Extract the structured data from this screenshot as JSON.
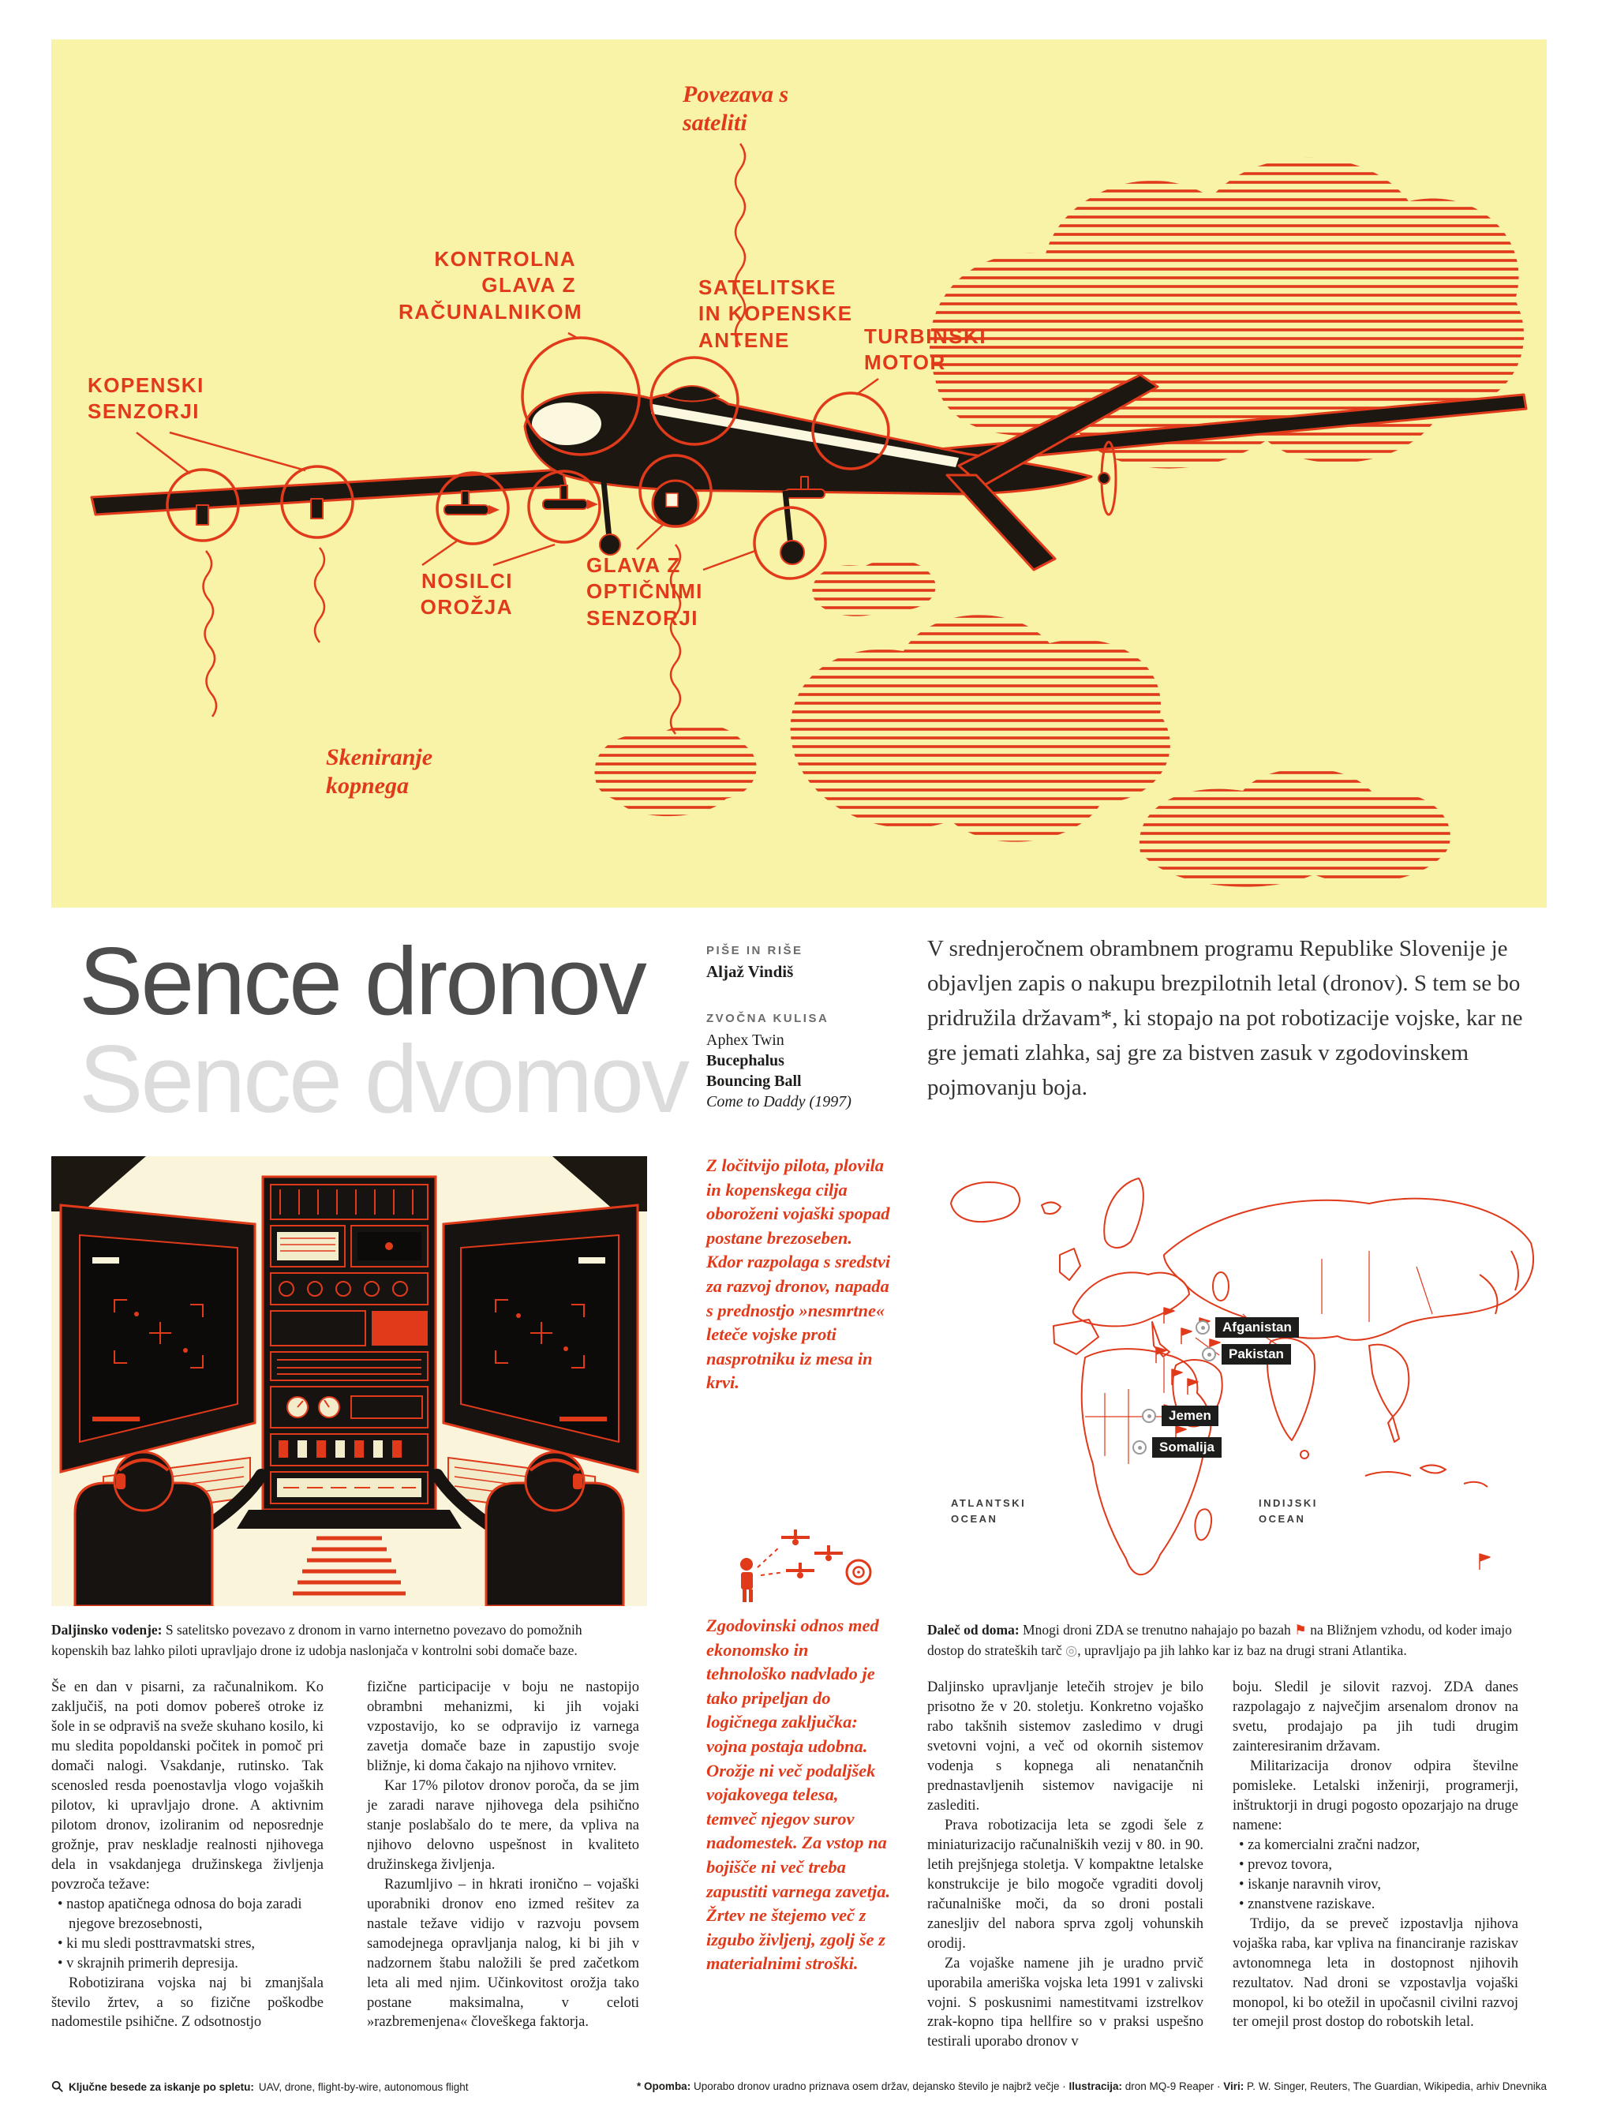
{
  "colors": {
    "accent_red": "#e03a1b",
    "panel_yellow": "#f8f3a6",
    "ink": "#1d1712",
    "headline_gray": "#4d4d4d",
    "headline_ghost": "#dcdcdc"
  },
  "diagram": {
    "label_satellite_link": "Povezava s\nsateliti",
    "label_control_head": "KONTROLNA\nGLAVA Z\nRAČUNALNIKOM",
    "label_antennas": "SATELITSKE\nIN KOPENSKE\nANTENE",
    "label_turbine": "TURBINSKI\nMOTOR",
    "label_ground_sensors": "KOPENSKI\nSENZORJI",
    "label_weapon_mounts": "NOSILCI\nOROŽJA",
    "label_optical_head": "GLAVA Z\nOPTIČNIMI\nSENZORJI",
    "label_ground_scanning": "Skeniranje\nkopnega"
  },
  "masthead": {
    "title_line1": "Sence dronov",
    "title_line2": "Sence dvomov",
    "byline_label": "PIŠE IN RIŠE",
    "byline_name": "Aljaž Vindiš",
    "soundtrack_label": "ZVOČNA KULISA",
    "soundtrack_artist": "Aphex Twin",
    "soundtrack_track1": "Bucephalus",
    "soundtrack_track2": "Bouncing Ball",
    "soundtrack_album": "Come to Daddy (1997)",
    "intro": "V srednjeročnem obrambnem programu Republike Slovenije je objavljen zapis o nakupu brezpilotnih letal (dronov). S tem se bo pridružila državam*, ki stopajo na pot robotizacije vojske, kar ne gre jemati zlahka, saj gre za bistven zasuk v zgodovinskem pojmovanju boja."
  },
  "pull_quotes": {
    "quote1": "Z ločitvijo pilota, plovila in kopenskega cilja oboroženi vojaški spopad postane brezoseben. Kdor razpolaga s sredstvi za razvoj dronov, napada s prednostjo »nesmrtne« leteče vojske proti nasprotniku iz mesa in krvi.",
    "quote2": "Zgodovinski odnos med ekonomsko in tehnološko nadvlado je tako pripeljan do logičnega zaključka: vojna postaja udobna. Orožje ni več podaljšek vojakovega telesa, temveč njegov surov nadomestek. Za vstop na bojišče ni več treba zapustiti varnega zavetja. Žrtev ne štejemo več z izgubo življenj, zgolj še z materialnimi stroški."
  },
  "captions": {
    "control_room_lead": "Daljinsko vodenje:",
    "control_room_text": " S satelitsko povezavo z dronom in varno internetno povezavo do pomožnih kopenskih baz lahko piloti upravljajo drone iz udobja naslonjača v kontrolni sobi domače baze.",
    "map_lead": "Daleč od doma:",
    "map_text1": " Mnogi droni ZDA se trenutno nahajajo po bazah ",
    "map_flag": "⚑",
    "map_text2": " na Bližnjem vzhodu, od koder imajo dostop do strateških tarč ",
    "map_target": "◎",
    "map_text3": ", upravljajo pa jih lahko kar iz baz na drugi strani Atlantika."
  },
  "map": {
    "countries": [
      "Afganistan",
      "Pakistan",
      "Jemen",
      "Somalija"
    ],
    "ocean1": "ATLANTSKI\nOCEAN",
    "ocean2": "INDIJSKI\nOCEAN"
  },
  "body": {
    "col1": {
      "p1": "Še en dan v pisarni, za računalnikom. Ko zaključiš, na poti domov pobereš otroke iz šole in se odpraviš na sveže skuhano kosilo, ki mu sledita popoldanski počitek in pomoč pri domači nalogi. Vsakdanje, rutinsko. Tak scenosled resda poenostavlja vlogo vojaških pilotov, ki upravljajo drone. A aktivnim pilotom dronov, izoliranim od neposrednje grožnje, prav neskladje realnosti njihovega dela in vsakdanjega družinskega življenja povzroča težave:",
      "bullets": [
        "• nastop apatičnega odnosa do boja zaradi njegove brezosebnosti,",
        "• ki mu sledi posttravmatski stres,",
        "• v skrajnih primerih depresija."
      ],
      "p2": "Robotizirana vojska naj bi zmanjšala število žrtev, a so fizične poškodbe nadomestile psihične. Z odsotnostjo"
    },
    "col2": {
      "p1": "fizične participacije v boju ne nastopijo obrambni mehanizmi, ki jih vojaki vzpostavijo, ko se odpravijo iz varnega zavetja domače baze in zapustijo svoje bližnje, ki doma čakajo na njihovo vrnitev.",
      "p2": "Kar 17% pilotov dronov poroča, da se jim je zaradi narave njihovega dela psihično stanje poslabšalo do te mere, da vpliva na njihovo delovno uspešnost in kvaliteto družinskega življenja.",
      "p3": "Razumljivo – in hkrati ironično – vojaški uporabniki dronov eno izmed rešitev za nastale težave vidijo v razvoju povsem samodejnega opravljanja nalog, ki bi jih v nadzornem štabu naložili še pred začetkom leta ali med njim. Učinkovitost orožja tako postane maksimalna, v celoti »razbremenjena« človeškega faktorja."
    },
    "col3": {
      "p1": "Daljinsko upravljanje letečih strojev je bilo prisotno že v 20. stoletju. Konkretno vojaško rabo takšnih sistemov zasledimo v drugi svetovni vojni, a več od okornih sistemov vodenja s kopnega ali nenatančnih prednastavljenih sistemov navigacije ni zaslediti.",
      "p2": "Prava robotizacija leta se zgodi šele z miniaturizacijo računalniških vezij v 80. in 90. letih prejšnjega stoletja. V kompaktne letalske konstrukcije je bilo mogoče vgraditi dovolj računalniške moči, da so droni postali zanesljiv del nabora sprva zgolj vohunskih orodij.",
      "p3": "Za vojaške namene jih je uradno prvič uporabila ameriška vojska leta 1991 v zalivski vojni. S poskusnimi namestitvami izstrelkov zrak-kopno tipa hellfire so v praksi uspešno testirali uporabo dronov v"
    },
    "col4": {
      "p1": "boju. Sledil je silovit razvoj. ZDA danes razpolagajo z največjim arsenalom dronov na svetu, prodajajo pa jih tudi drugim zainteresiranim državam.",
      "p2": "Militarizacija dronov odpira številne pomisleke. Letalski inženirji, programerji, inštruktorji in drugi pogosto opozarjajo na druge namene:",
      "bullets": [
        "• za komercialni zračni nadzor,",
        "• prevoz tovora,",
        "• iskanje naravnih virov,",
        "• znanstvene raziskave."
      ],
      "p3": "Trdijo, da se preveč izpostavlja njihova vojaška raba, kar vpliva na financiranje raziskav avtonomnega leta in dostopnost njihovih rezultatov. Nad droni se vzpostavlja vojaški monopol, ki bo otežil in upočasnil civilni razvoj ter omejil prost dostop do robotskih letal."
    }
  },
  "footer": {
    "keywords_lead": "Ključne besede za iskanje po spletu:",
    "keywords_text": " UAV, drone, flight-by-wire, autonomous flight",
    "note_label": "* Opomba:",
    "note_text": " Uporabo dronov uradno priznava osem držav, dejansko število je najbrž večje · ",
    "illustration_label": "Ilustracija:",
    "illustration_text": " dron MQ-9 Reaper · ",
    "sources_label": "Viri:",
    "sources_text": " P. W. Singer, Reuters, The Guardian, Wikipedia, arhiv Dnevnika"
  }
}
